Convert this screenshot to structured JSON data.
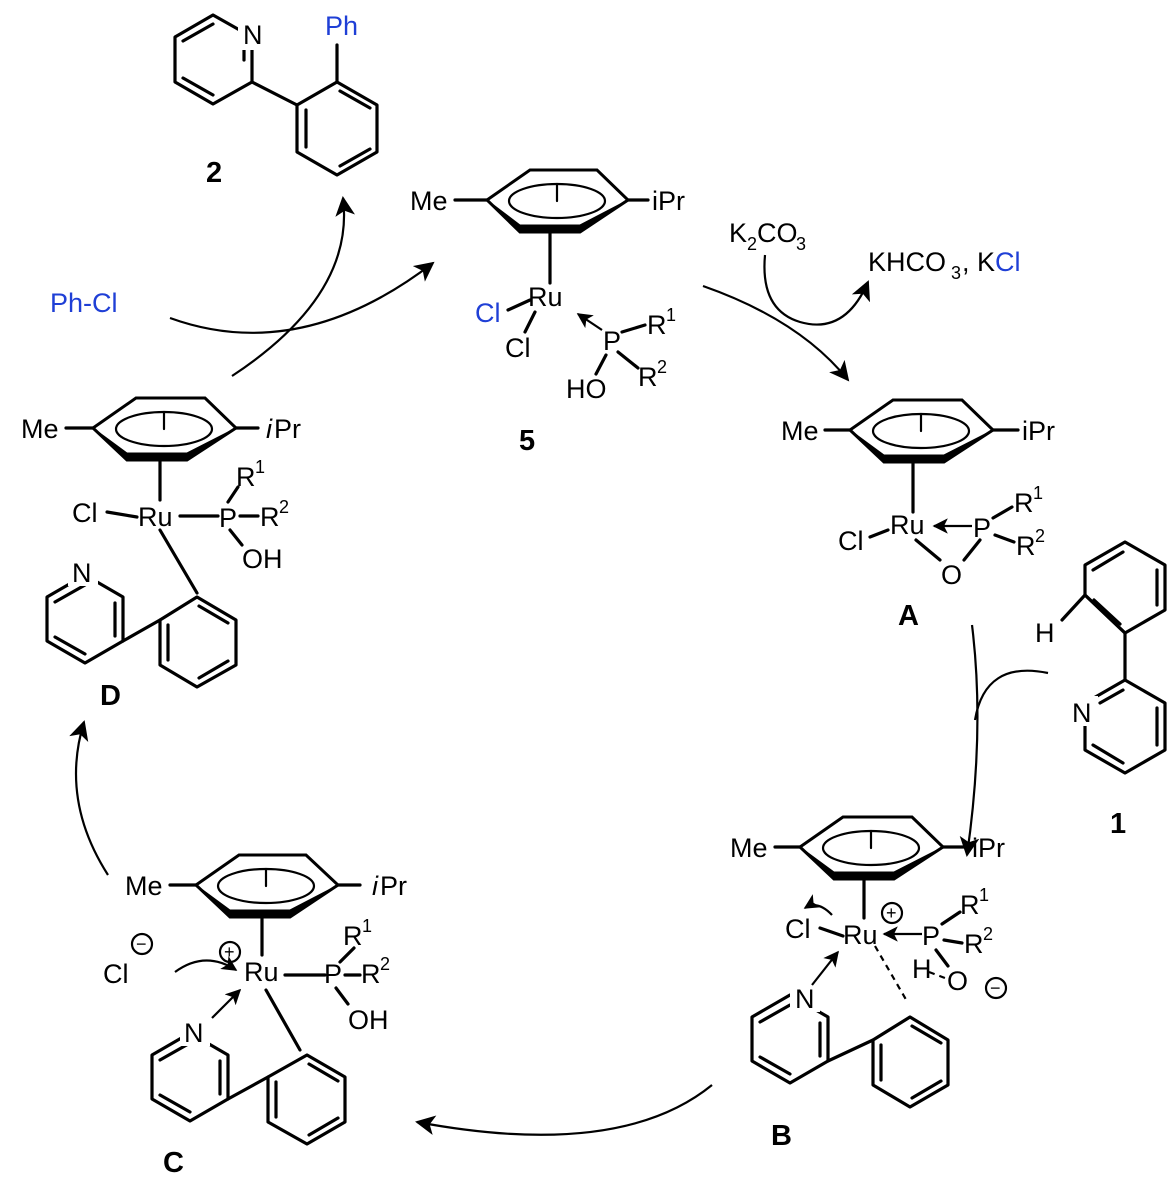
{
  "labels": {
    "product2": "2",
    "start1": "1",
    "cat5": "5",
    "intA": "A",
    "intB": "B",
    "intC": "C",
    "intD": "D"
  },
  "reagents": {
    "phcl": "Ph-Cl",
    "k2co3_K": "K",
    "k2co3_2": "2",
    "k2co3_CO": "CO",
    "k2co3_3": "3",
    "byprod_main": "KHCO",
    "byprod_3": "3",
    "byprod_sep": ", K",
    "byprod_cl": "Cl"
  },
  "atoms": {
    "me": "Me",
    "ipr": "iPr",
    "ipr_i": "i",
    "ipr_pr": "Pr",
    "ru": "Ru",
    "cl": "Cl",
    "p": "P",
    "o": "O",
    "oh": "OH",
    "ho": "HO",
    "h": "H",
    "n": "N",
    "ph": "Ph",
    "r": "R",
    "one": "1",
    "two": "2",
    "plus": "+",
    "minus": "−"
  },
  "colors": {
    "highlight": "#1f3fd6"
  }
}
